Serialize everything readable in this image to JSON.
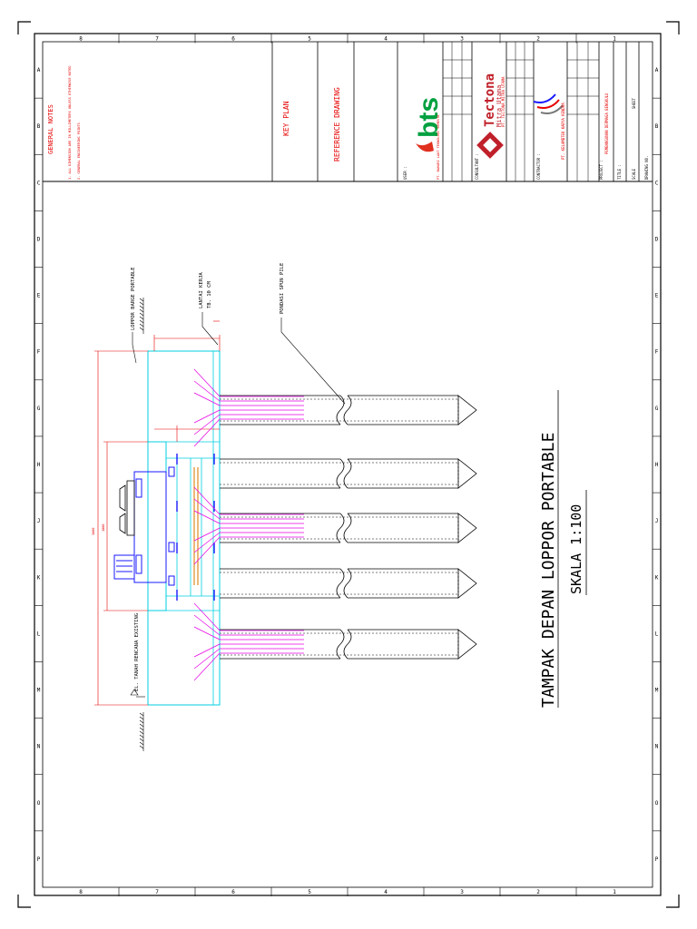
{
  "frame": {
    "top_numbers": [
      "8",
      "7",
      "6",
      "5",
      "4",
      "3",
      "2",
      "1"
    ],
    "side_letters": [
      "A",
      "B",
      "C",
      "D",
      "E",
      "F",
      "G",
      "H",
      "J",
      "K",
      "L",
      "M",
      "N",
      "O",
      "P"
    ]
  },
  "title_block": {
    "general_notes": "GENERAL NOTES",
    "note1": "1. ALL DIMENSION ARE IN MILLIMETERS UNLESS OTHERWISE NOTED",
    "note2": "2. GENERAL ENGINEERING POINTS",
    "key_plan": "KEY PLAN",
    "reference_drawing": "REFERENCE DRAWING",
    "user": "USER :",
    "bts_logo": "bts",
    "bts_company": "PT. BAHARI LAUT TEKNOLOGI SEMESTA",
    "consultant": "CONSULTANT :",
    "tectona_logo": "Tectona",
    "tectona_sub": "Mitra Utama",
    "tectona_company": "PT. TECTONA MITRA UTAMA",
    "contractor": "CONTRACTOR :",
    "contractor_company": "PT. KELAMBTEK KARYA KENDRA",
    "project": "PROJECT :",
    "project_name": "PEMBANGUNAN DERMAGA BENGKULU",
    "title": "TITLE :",
    "scale_label": "SCALE",
    "sheet_label": "SHEET",
    "drawing_no": "DRAWING NO."
  },
  "drawing": {
    "title": "TAMPAK DEPAN LOPPOR PORTABLE",
    "scale": "SKALA 1:100",
    "label_loppor": "LOPPOR BARGE PORTABLE",
    "label_lantai": "LANTAI KERJA",
    "label_lantai_tb": "TB. 10 CM",
    "label_pondasi": "PONDASI SPUN PILE",
    "label_tanah": "EL. TANAH RENCANA EXISTING"
  },
  "colors": {
    "line": "#000000",
    "cyan": "#00cfe0",
    "magenta": "#e600e6",
    "red": "#e60000",
    "blue": "#1a1aff",
    "orange": "#e08a1e",
    "bts_red": "#e03020",
    "bts_green": "#00a040",
    "tectona_red": "#c0202a"
  }
}
